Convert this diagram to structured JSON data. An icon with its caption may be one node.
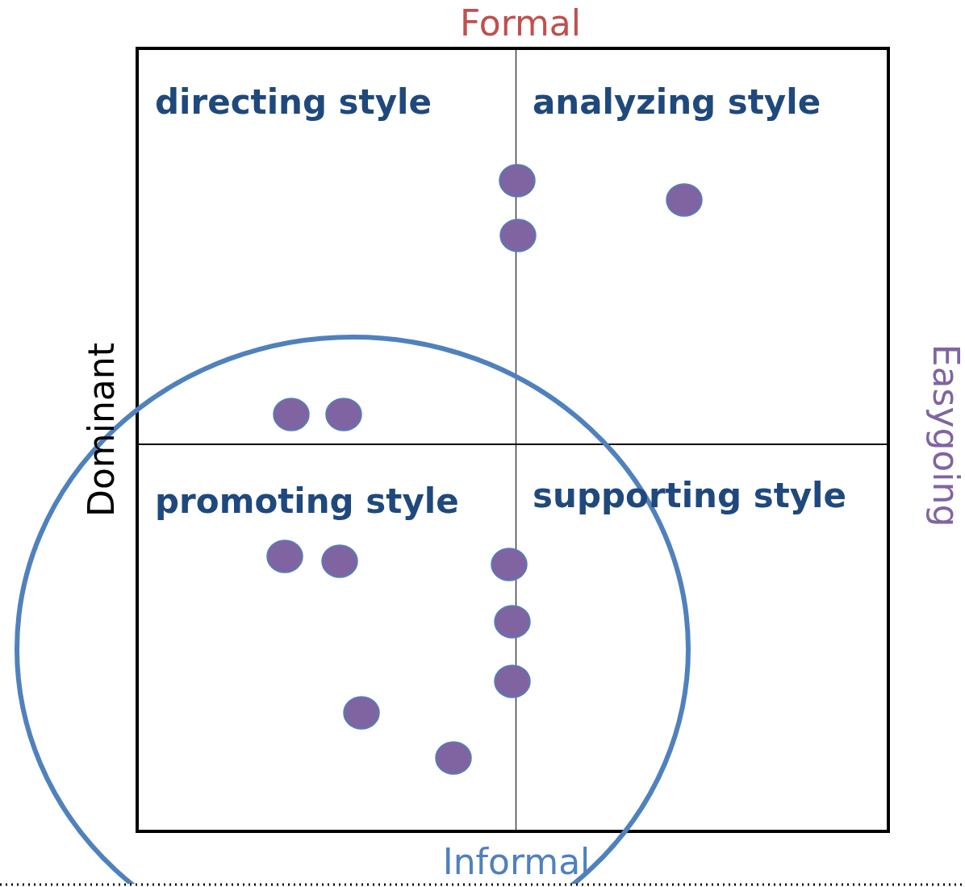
{
  "diagram": {
    "nodes": [
      {
        "text": [
          "directing style"
        ]
      },
      {
        "text": [
          "analyzing style"
        ]
      },
      {
        "text": [
          "promoting style"
        ]
      },
      {
        "text": [
          "supporting style"
        ]
      }
    ],
    "labels": [
      "Formal",
      "Dominant",
      "Easygoing",
      "Informal"
    ]
  }
}
